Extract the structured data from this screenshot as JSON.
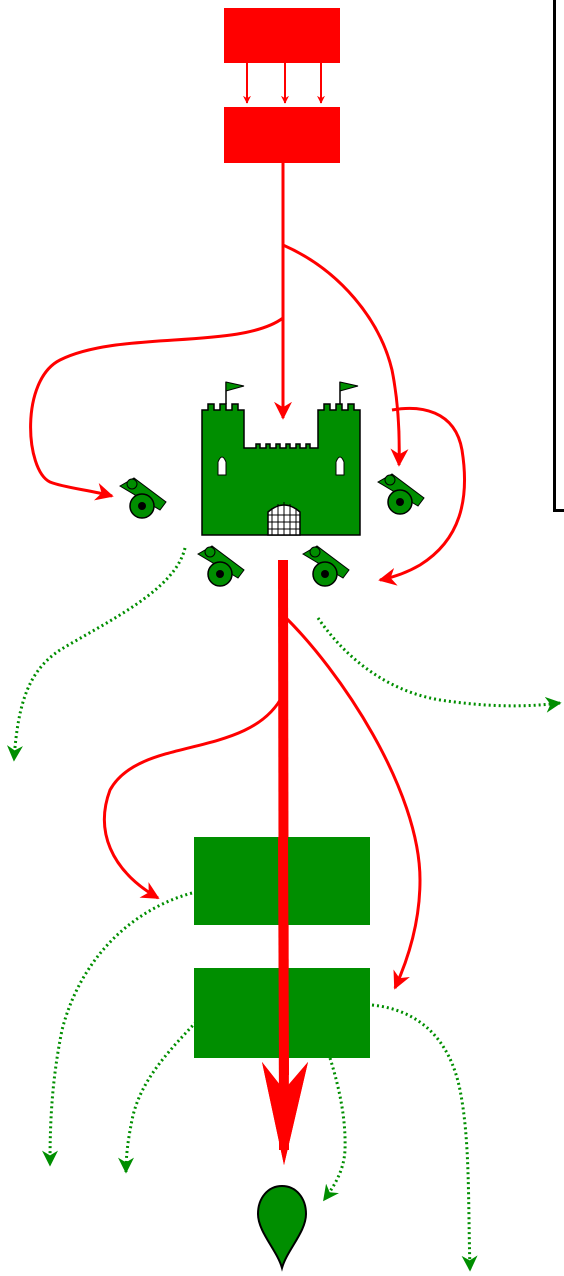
{
  "diagram": {
    "colors": {
      "attack": "#ff0000",
      "defense": "#008e00",
      "outline": "#000000",
      "background": "#ffffff"
    },
    "nodes": [
      {
        "id": "red-block-top",
        "kind": "rectangle",
        "color": "attack"
      },
      {
        "id": "red-block-bottom",
        "kind": "rectangle",
        "color": "attack"
      },
      {
        "id": "castle",
        "kind": "castle-icon",
        "color": "defense"
      },
      {
        "id": "cannon-left",
        "kind": "cannon-icon",
        "color": "defense"
      },
      {
        "id": "cannon-right",
        "kind": "cannon-icon",
        "color": "defense"
      },
      {
        "id": "cannon-bottom-left",
        "kind": "cannon-icon",
        "color": "defense"
      },
      {
        "id": "cannon-bottom-right",
        "kind": "cannon-icon",
        "color": "defense"
      },
      {
        "id": "green-block-top",
        "kind": "rectangle",
        "color": "defense"
      },
      {
        "id": "green-block-bottom",
        "kind": "rectangle",
        "color": "defense"
      },
      {
        "id": "target-marker",
        "kind": "map-pin-icon",
        "color": "defense"
      }
    ],
    "edges": [
      {
        "from": "red-block-top",
        "to": "red-block-bottom",
        "style": "solid",
        "count": 3
      },
      {
        "from": "red-block-bottom",
        "to": "castle",
        "style": "solid"
      },
      {
        "from": "red-block-bottom",
        "to": "cannon-left",
        "style": "solid"
      },
      {
        "from": "red-block-bottom",
        "to": "cannon-right",
        "style": "solid"
      },
      {
        "from": "cannon-right",
        "to": "cannon-bottom-right",
        "style": "solid"
      },
      {
        "from": "castle",
        "to": "green-block-top",
        "style": "solid"
      },
      {
        "from": "castle",
        "to": "green-block-bottom",
        "style": "solid"
      },
      {
        "from": "castle",
        "to": "target-marker",
        "style": "thick"
      },
      {
        "from": "cannon-bottom-left",
        "to": "off-page-left",
        "style": "dotted"
      },
      {
        "from": "cannon-bottom-right",
        "to": "off-page-right",
        "style": "dotted"
      },
      {
        "from": "green-block-top",
        "to": "off-page-bottom-left",
        "style": "dotted"
      },
      {
        "from": "green-block-bottom",
        "to": "off-page-bottom-left",
        "style": "dotted"
      },
      {
        "from": "green-block-bottom",
        "to": "target-marker",
        "style": "dotted"
      },
      {
        "from": "green-block-bottom",
        "to": "off-page-bottom-right",
        "style": "dotted"
      }
    ]
  }
}
